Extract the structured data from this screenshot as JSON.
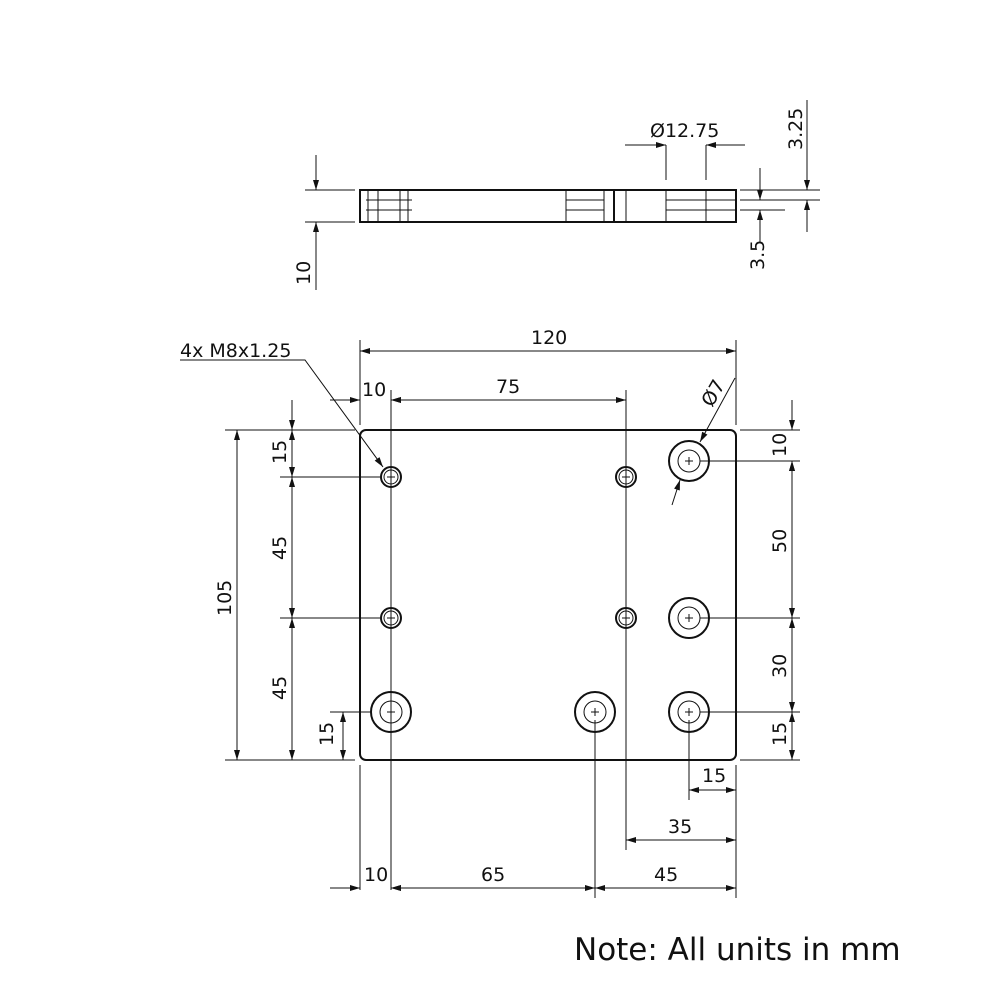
{
  "side_view": {
    "thickness": "10",
    "counterbore_diameter": "Ø12.75",
    "counterbore_depth": "3.25",
    "through_depth": "3.5"
  },
  "top_view": {
    "thread_callout": "4x M8x1.25",
    "hole_diameter": "Ø7",
    "width": "120",
    "height": "105",
    "top_dims": [
      "10",
      "75"
    ],
    "bottom_dims": [
      "10",
      "65",
      "45"
    ],
    "left_dims": [
      "15",
      "45",
      "45",
      "15"
    ],
    "right_dims": [
      "10",
      "50",
      "30",
      "15"
    ],
    "bottom_right_dims": [
      "15",
      "35"
    ]
  },
  "note": "Note: All units in mm"
}
